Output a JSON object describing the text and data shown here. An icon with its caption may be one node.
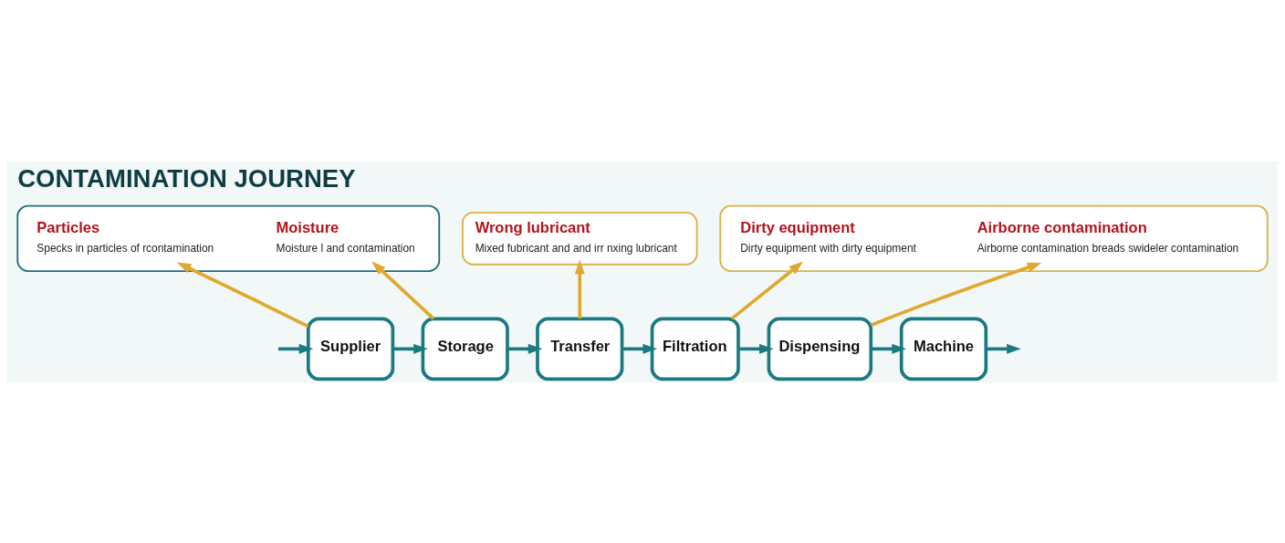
{
  "diagram": {
    "title": "CONTAMINATION JOURNEY",
    "nodes": [
      {
        "text": [],
        "shape": "box"
      },
      {
        "text": [
          "Particles",
          "Specks in particles of rcontamination"
        ],
        "in": 0
      },
      {
        "text": [
          "Moisture",
          "Moisture l and contamination"
        ],
        "in": 0
      },
      {
        "text": [
          "Wrong lubricant",
          "Mixed fubricant and and irr nxing lubricant"
        ]
      },
      {
        "text": [],
        "shape": "box"
      },
      {
        "text": [
          "Dirty equipment",
          "Dirty equipment with dirty equipment"
        ],
        "in": 4
      },
      {
        "text": [
          "Airborne contamination",
          "Airborne contamination breads swideler contamination"
        ],
        "in": 4
      },
      {
        "text": [
          "Supplier"
        ]
      },
      {
        "text": [
          "Storage"
        ]
      },
      {
        "text": [
          "Transfer"
        ]
      },
      {
        "text": [
          "Filtration"
        ]
      },
      {
        "text": [
          "Dispensing"
        ]
      },
      {
        "text": [
          "Machine"
        ]
      }
    ],
    "edges": [
      {
        "from": null,
        "to": 7,
        "arrow": "to"
      },
      {
        "from": 7,
        "to": 8,
        "arrow": "to"
      },
      {
        "from": 8,
        "to": 9,
        "arrow": "to"
      },
      {
        "from": 9,
        "to": 10,
        "arrow": "to"
      },
      {
        "from": 10,
        "to": 11,
        "arrow": "to"
      },
      {
        "from": 11,
        "to": 12,
        "arrow": "to"
      },
      {
        "from": 12,
        "to": null,
        "arrow": "to"
      },
      {
        "from": 7,
        "to": 1,
        "arrow": "to",
        "color": "#e0a82e"
      },
      {
        "from": 8,
        "to": 2,
        "arrow": "to",
        "color": "#e0a82e"
      },
      {
        "from": 9,
        "to": 3,
        "arrow": "to",
        "color": "#e0a82e"
      },
      {
        "from": 10,
        "to": 5,
        "arrow": "to",
        "color": "#e0a82e"
      },
      {
        "from": 11,
        "to": 6,
        "arrow": "to",
        "color": "#e0a82e"
      }
    ]
  }
}
